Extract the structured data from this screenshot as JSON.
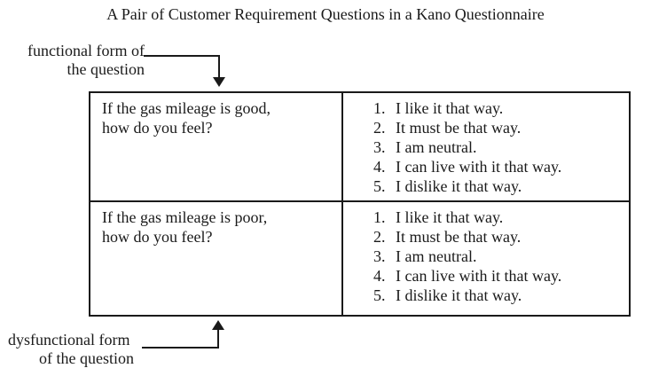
{
  "title": "A Pair of Customer Requirement Questions in a Kano Questionnaire",
  "annotations": {
    "functional": {
      "line1": "functional form of",
      "line2": "the question"
    },
    "dysfunctional": {
      "line1": "dysfunctional form",
      "line2": "of the question"
    }
  },
  "table": {
    "rows": [
      {
        "question_line1": "If the gas mileage is good,",
        "question_line2": "how do you feel?",
        "options": [
          {
            "num": "1.",
            "text": "I like it that way."
          },
          {
            "num": "2.",
            "text": "It must be that way."
          },
          {
            "num": "3.",
            "text": "I am neutral."
          },
          {
            "num": "4.",
            "text": "I can live with it that way."
          },
          {
            "num": "5.",
            "text": "I dislike it that way."
          }
        ]
      },
      {
        "question_line1": "If the gas mileage is poor,",
        "question_line2": "how do you feel?",
        "options": [
          {
            "num": "1.",
            "text": "I like it that way."
          },
          {
            "num": "2.",
            "text": "It must be that way."
          },
          {
            "num": "3.",
            "text": "I am neutral."
          },
          {
            "num": "4.",
            "text": "I can live with it that way."
          },
          {
            "num": "5.",
            "text": "I dislike it that way."
          }
        ]
      }
    ]
  },
  "colors": {
    "ink": "#1a1a1a",
    "background": "#ffffff"
  }
}
